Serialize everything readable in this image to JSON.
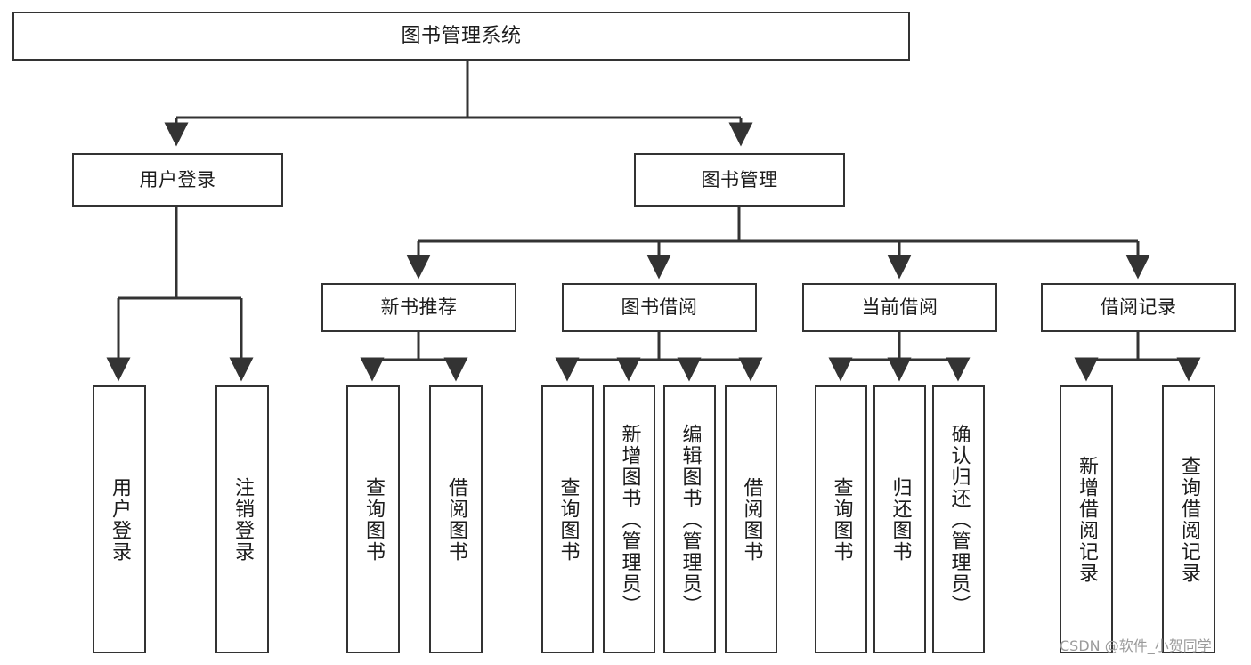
{
  "diagram": {
    "type": "tree",
    "title": "图书管理系统",
    "watermark": "CSDN @软件_小贺同学",
    "colors": {
      "stroke": "#333333",
      "fill": "#ffffff",
      "text": "#1c1c1c",
      "watermark": "#9b9b9b"
    },
    "nodes": {
      "root": {
        "label": "图书管理系统"
      },
      "level1": [
        {
          "id": "user-login",
          "label": "用户登录"
        },
        {
          "id": "book-management",
          "label": "图书管理"
        }
      ],
      "level2": [
        {
          "id": "new-book-recommend",
          "label": "新书推荐",
          "parent": "book-management"
        },
        {
          "id": "book-borrow",
          "label": "图书借阅",
          "parent": "book-management"
        },
        {
          "id": "current-borrow",
          "label": "当前借阅",
          "parent": "book-management"
        },
        {
          "id": "borrow-record",
          "label": "借阅记录",
          "parent": "book-management"
        }
      ],
      "leaves": {
        "user-login": [
          {
            "id": "leaf-user-login",
            "label": "用户登录"
          },
          {
            "id": "leaf-logout-login",
            "label": "注销登录"
          }
        ],
        "new-book-recommend": [
          {
            "id": "leaf-query-book-1",
            "label": "查询图书"
          },
          {
            "id": "leaf-borrow-book-1",
            "label": "借阅图书"
          }
        ],
        "book-borrow": [
          {
            "id": "leaf-query-book-2",
            "label": "查询图书"
          },
          {
            "id": "leaf-add-book",
            "label": "新增图书（管理员）"
          },
          {
            "id": "leaf-edit-book",
            "label": "编辑图书（管理员）"
          },
          {
            "id": "leaf-borrow-book-2",
            "label": "借阅图书"
          }
        ],
        "current-borrow": [
          {
            "id": "leaf-query-book-3",
            "label": "查询图书"
          },
          {
            "id": "leaf-return-book",
            "label": "归还图书"
          },
          {
            "id": "leaf-confirm-return",
            "label": "确认归还（管理员）"
          }
        ],
        "borrow-record": [
          {
            "id": "leaf-add-record",
            "label": "新增借阅记录"
          },
          {
            "id": "leaf-query-record",
            "label": "查询借阅记录"
          }
        ]
      }
    }
  }
}
